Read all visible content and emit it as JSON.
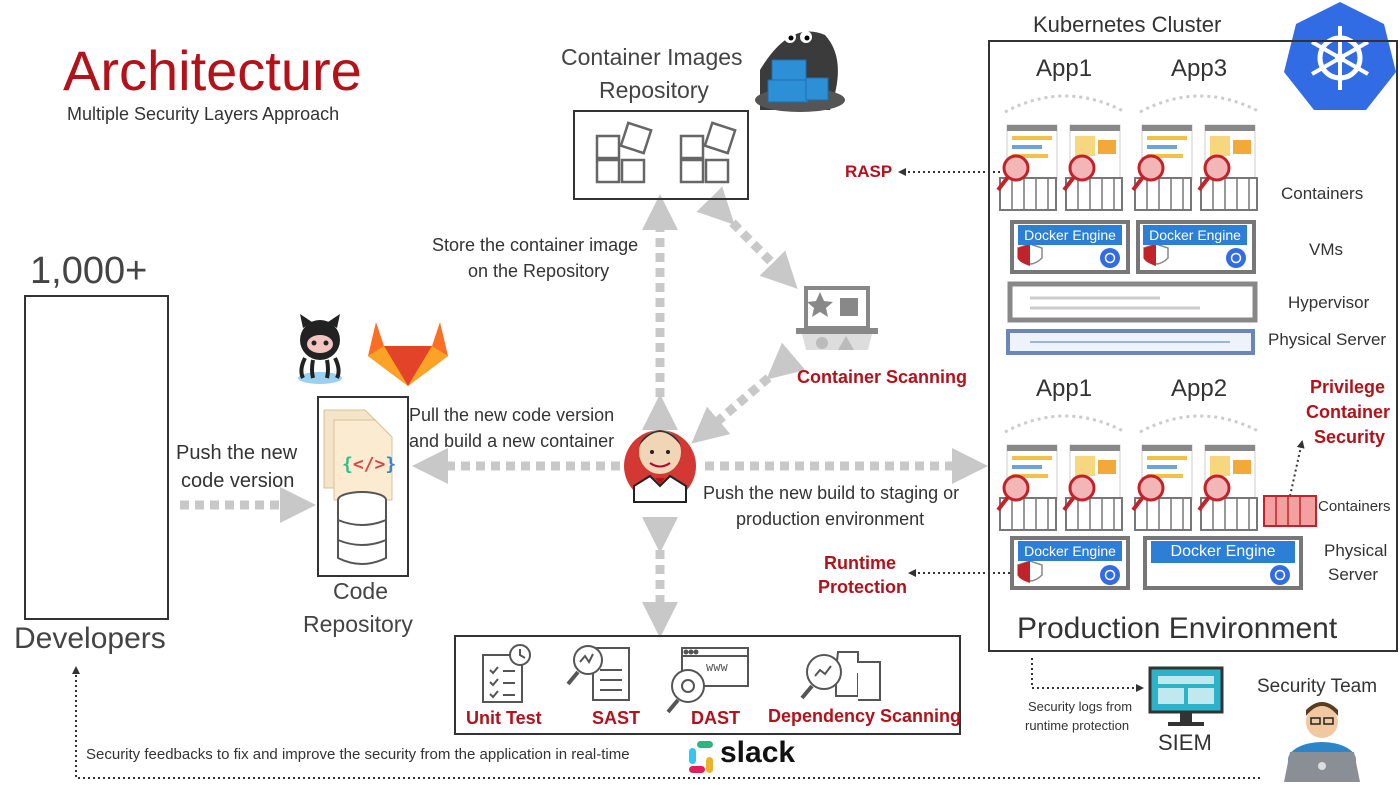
{
  "header": {
    "title": "Architecture",
    "subtitle": "Multiple Security Layers Approach"
  },
  "developers": {
    "count": "1,000+",
    "label": "Developers"
  },
  "code_repo": {
    "label_line1": "Code",
    "label_line2": "Repository"
  },
  "container_repo": {
    "label_line1": "Container Images",
    "label_line2": "Repository"
  },
  "flows": {
    "push_code_line1": "Push the new",
    "push_code_line2": "code version",
    "store_image_line1": "Store the container image",
    "store_image_line2": "on the Repository",
    "pull_build_line1": "Pull the new code version",
    "pull_build_line2": "and build a new container",
    "push_build_line1": "Push the new build to staging or",
    "push_build_line2": "production environment",
    "feedback": "Security feedbacks to fix and improve the security from the application in real-time",
    "security_logs_line1": "Security logs from",
    "security_logs_line2": "runtime protection"
  },
  "security_layers": {
    "container_scanning": "Container Scanning",
    "rasp": "RASP",
    "runtime_protection_line1": "Runtime",
    "runtime_protection_line2": "Protection",
    "privilege_line1": "Privilege",
    "privilege_line2": "Container",
    "privilege_line3": "Security"
  },
  "tests": {
    "unit_test": "Unit Test",
    "sast": "SAST",
    "dast": "DAST",
    "dependency_scanning": "Dependency Scanning",
    "dast_icon_text": "www"
  },
  "cluster": {
    "title": "Kubernetes Cluster",
    "app1_top": "App1",
    "app3": "App3",
    "app1_bottom": "App1",
    "app2": "App2",
    "containers_top": "Containers",
    "vms": "VMs",
    "hypervisor": "Hypervisor",
    "physical_server_top": "Physical Server",
    "containers_bottom": "Containers",
    "physical_server_bottom_line1": "Physical",
    "physical_server_bottom_line2": "Server",
    "docker_engine": "Docker Engine",
    "production": "Production Environment"
  },
  "siem": {
    "label": "SIEM"
  },
  "security_team": {
    "label": "Security Team"
  },
  "slack": {
    "label": "slack"
  },
  "colors": {
    "accent_red": "#b3121b",
    "docker_blue": "#2d7fd6",
    "k8s_blue": "#326ce5",
    "arrow_gray": "#c8c8c8"
  }
}
